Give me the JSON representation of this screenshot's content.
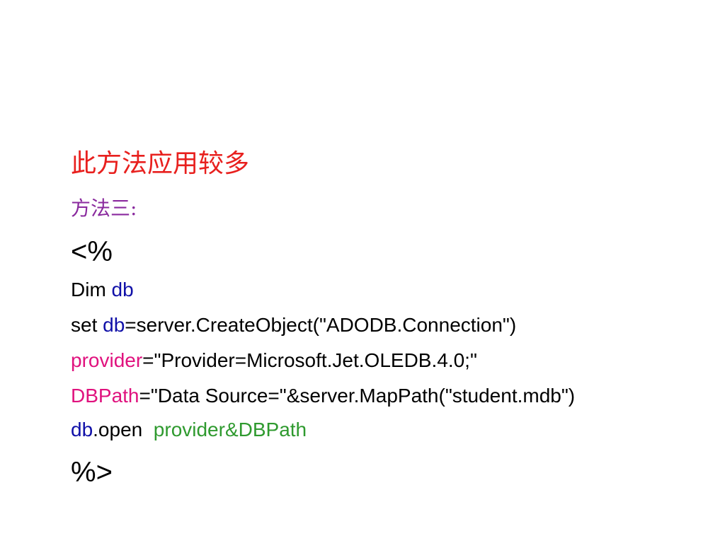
{
  "colors": {
    "red": "#e8201e",
    "purple": "#8a2a9e",
    "blue": "#1010a8",
    "magenta": "#e0127e",
    "green": "#2f9a2f",
    "black": "#000000"
  },
  "heading": "此方法应用较多",
  "subheading": "方法三:",
  "open_tag": "<%",
  "close_tag": "%>",
  "code": {
    "line1": {
      "keyword": "Dim ",
      "var": "db"
    },
    "line2": {
      "keyword": "set ",
      "var": "db",
      "rest": "=server.CreateObject(\"ADODB.Connection\")"
    },
    "line3": {
      "var": "provider",
      "rest": "=\"Provider=Microsoft.Jet.OLEDB.4.0;\""
    },
    "line4": {
      "var": "DBPath",
      "rest": "=\"Data Source=\"&server.MapPath(\"student.mdb\")"
    },
    "line5": {
      "var": "db",
      "method": ".open  ",
      "arg": "provider&DBPath"
    }
  }
}
